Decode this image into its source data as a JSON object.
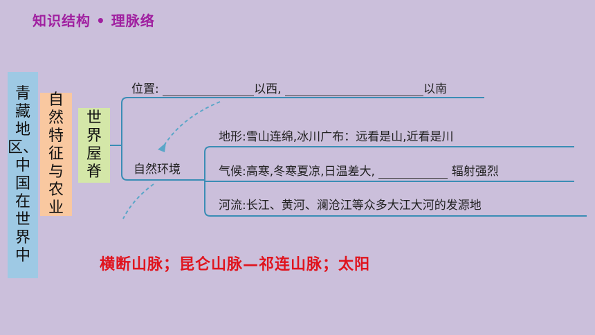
{
  "header": {
    "title": "知识结构 • 理脉络"
  },
  "boxes": {
    "region": [
      "青",
      "藏",
      "地",
      "区、",
      "中",
      "国",
      "在",
      "世",
      "界",
      "中"
    ],
    "nature": [
      "自",
      "然",
      "特",
      "征",
      "与",
      "农",
      "业"
    ],
    "roof": [
      "世",
      "界",
      "屋",
      "脊"
    ]
  },
  "position": {
    "label": "位置:",
    "mid": "以西,",
    "end": "以南"
  },
  "natural_env": {
    "label": "自然环境"
  },
  "terrain": {
    "text": "地形:雪山连绵,冰川广布：远看是山,近看是川"
  },
  "climate": {
    "text": "气候:高寒,冬寒夏凉,日温差大,",
    "end": "辐射强烈"
  },
  "rivers": {
    "text": "河流:长江、黄河、澜沧江等众多大江大河的发源地"
  },
  "answer": {
    "text": "横断山脉；昆仑山脉—祁连山脉；太阳"
  },
  "colors": {
    "background": "#cbbfdb",
    "header": "#a020a0",
    "answer": "#e0141e",
    "lines": "#3a8db5",
    "arrow": "#5aa6c8"
  }
}
